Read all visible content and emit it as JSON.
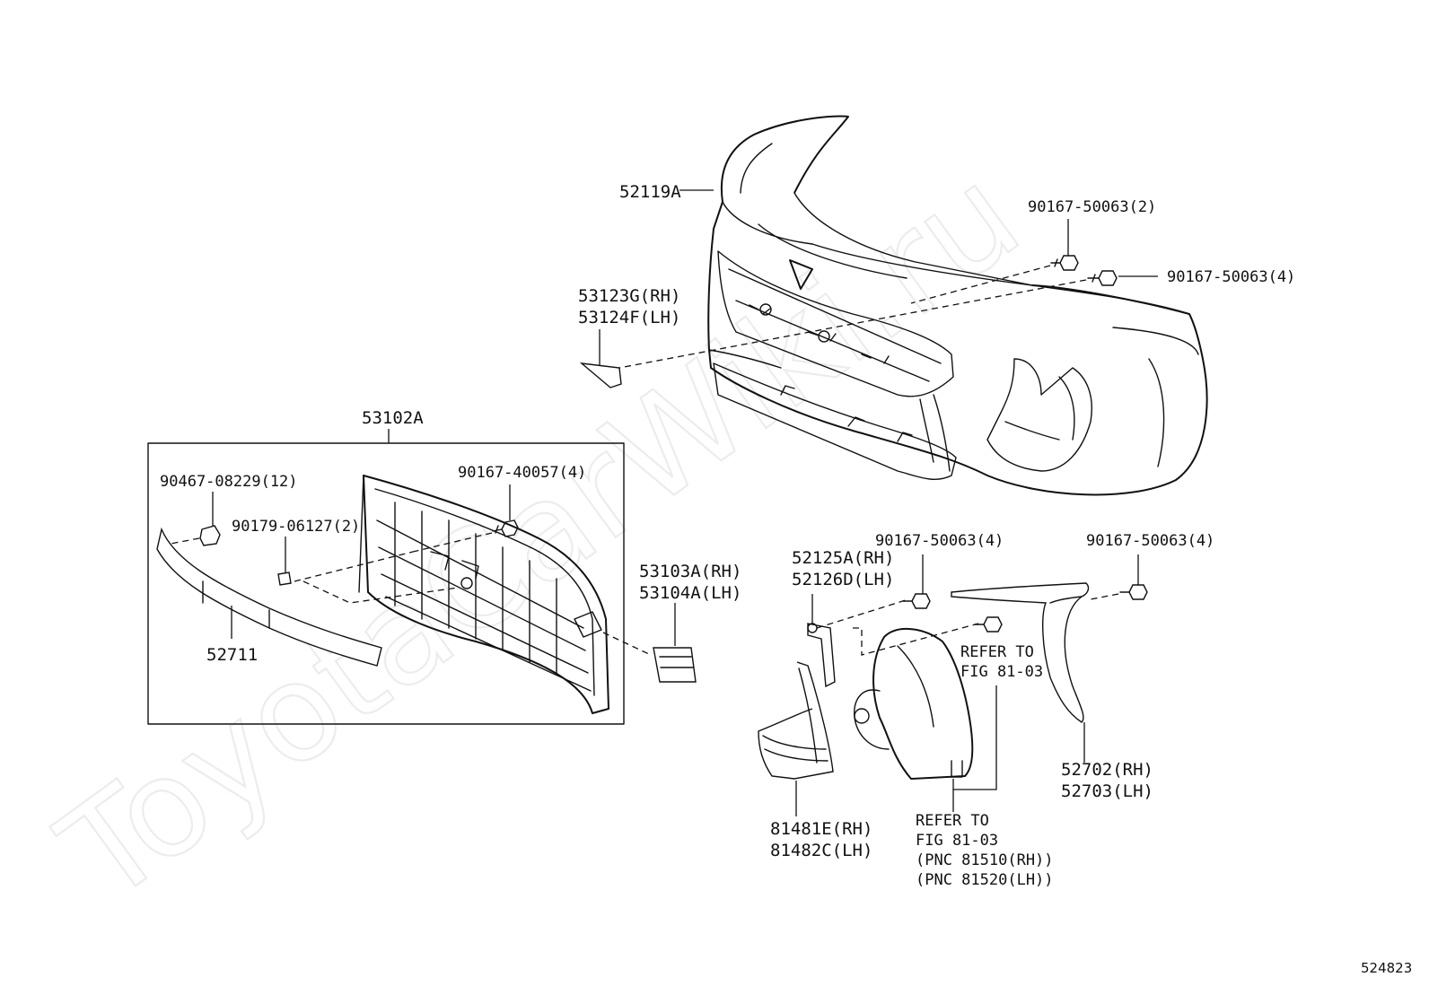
{
  "diagram": {
    "watermark": "ToyotaCarWiki.ru",
    "figure_id": "524823",
    "parts": {
      "bumper_cover": "52119A",
      "bolt_upper_1": "90167-50063(2)",
      "bolt_upper_2": "90167-50063(4)",
      "bracket_rh": "53123G(RH)",
      "bracket_lh": "53124F(LH)",
      "grille_assy": "53102A",
      "clip_12": "90467-08229(12)",
      "screw_4": "90167-40057(4)",
      "nut_2": "90179-06127(2)",
      "molding": "52711",
      "retainer_rh": "53103A(RH)",
      "retainer_lh": "53104A(LH)",
      "bracket2_rh": "52125A(RH)",
      "bracket2_lh": "52126D(LH)",
      "bolt_mid": "90167-50063(4)",
      "bolt_right": "90167-50063(4)",
      "refer_a_1": "REFER TO",
      "refer_a_2": "FIG 81-03",
      "spoiler_rh": "52702(RH)",
      "spoiler_lh": "52703(LH)",
      "reflector_rh": "81481E(RH)",
      "reflector_lh": "81482C(LH)",
      "refer_b_1": "REFER TO",
      "refer_b_2": "FIG 81-03",
      "refer_b_3": "(PNC 81510(RH))",
      "refer_b_4": "(PNC 81520(LH))"
    }
  }
}
